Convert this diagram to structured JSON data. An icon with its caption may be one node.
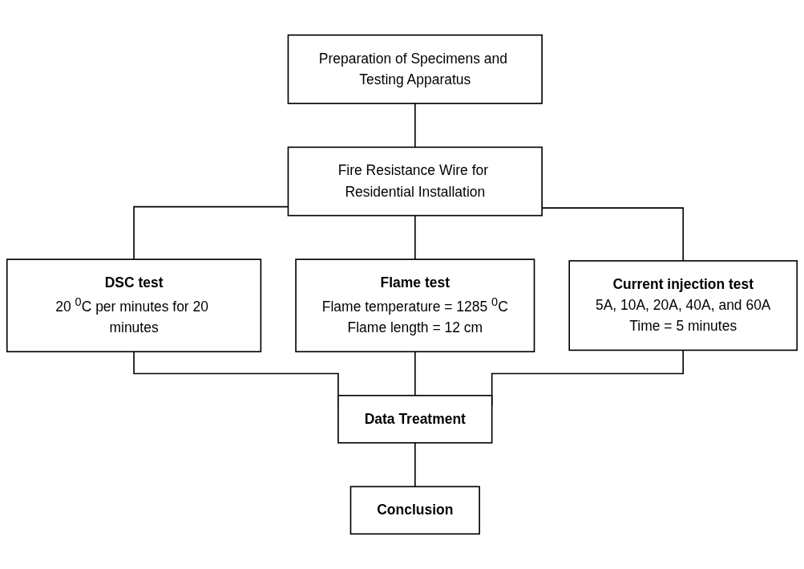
{
  "diagram": {
    "nodes": [
      {
        "text": [
          "Preparation of Specimens and Testing Apparatus"
        ]
      },
      {
        "text": [
          "Fire Resistance Wire for Residential Installation"
        ]
      },
      {
        "text": [
          "DSC test",
          "20 $^{0}$C per minutes for 20 minutes"
        ]
      },
      {
        "text": [
          "Flame test",
          "Flame temperature = 1285 $^{0}$C",
          "Flame length = 12 cm"
        ]
      },
      {
        "text": [
          "Current injection test",
          "5A, 10A, 20A, 40A, and 60A",
          "Time = 5 minutes"
        ]
      },
      {
        "text": [
          "Data Treatment"
        ]
      },
      {
        "text": [
          "Conclusion"
        ]
      }
    ],
    "edges": [
      {
        "from": 0,
        "to": 1,
        "arrow": "none"
      },
      {
        "from": 1,
        "to": 2,
        "arrow": "none"
      },
      {
        "from": 1,
        "to": 3,
        "arrow": "none"
      },
      {
        "from": 1,
        "to": 4,
        "arrow": "none"
      },
      {
        "from": 2,
        "to": 5,
        "arrow": "none"
      },
      {
        "from": 3,
        "to": 5,
        "arrow": "none"
      },
      {
        "from": 4,
        "to": 5,
        "arrow": "none"
      },
      {
        "from": 5,
        "to": 6,
        "arrow": "none"
      }
    ]
  }
}
